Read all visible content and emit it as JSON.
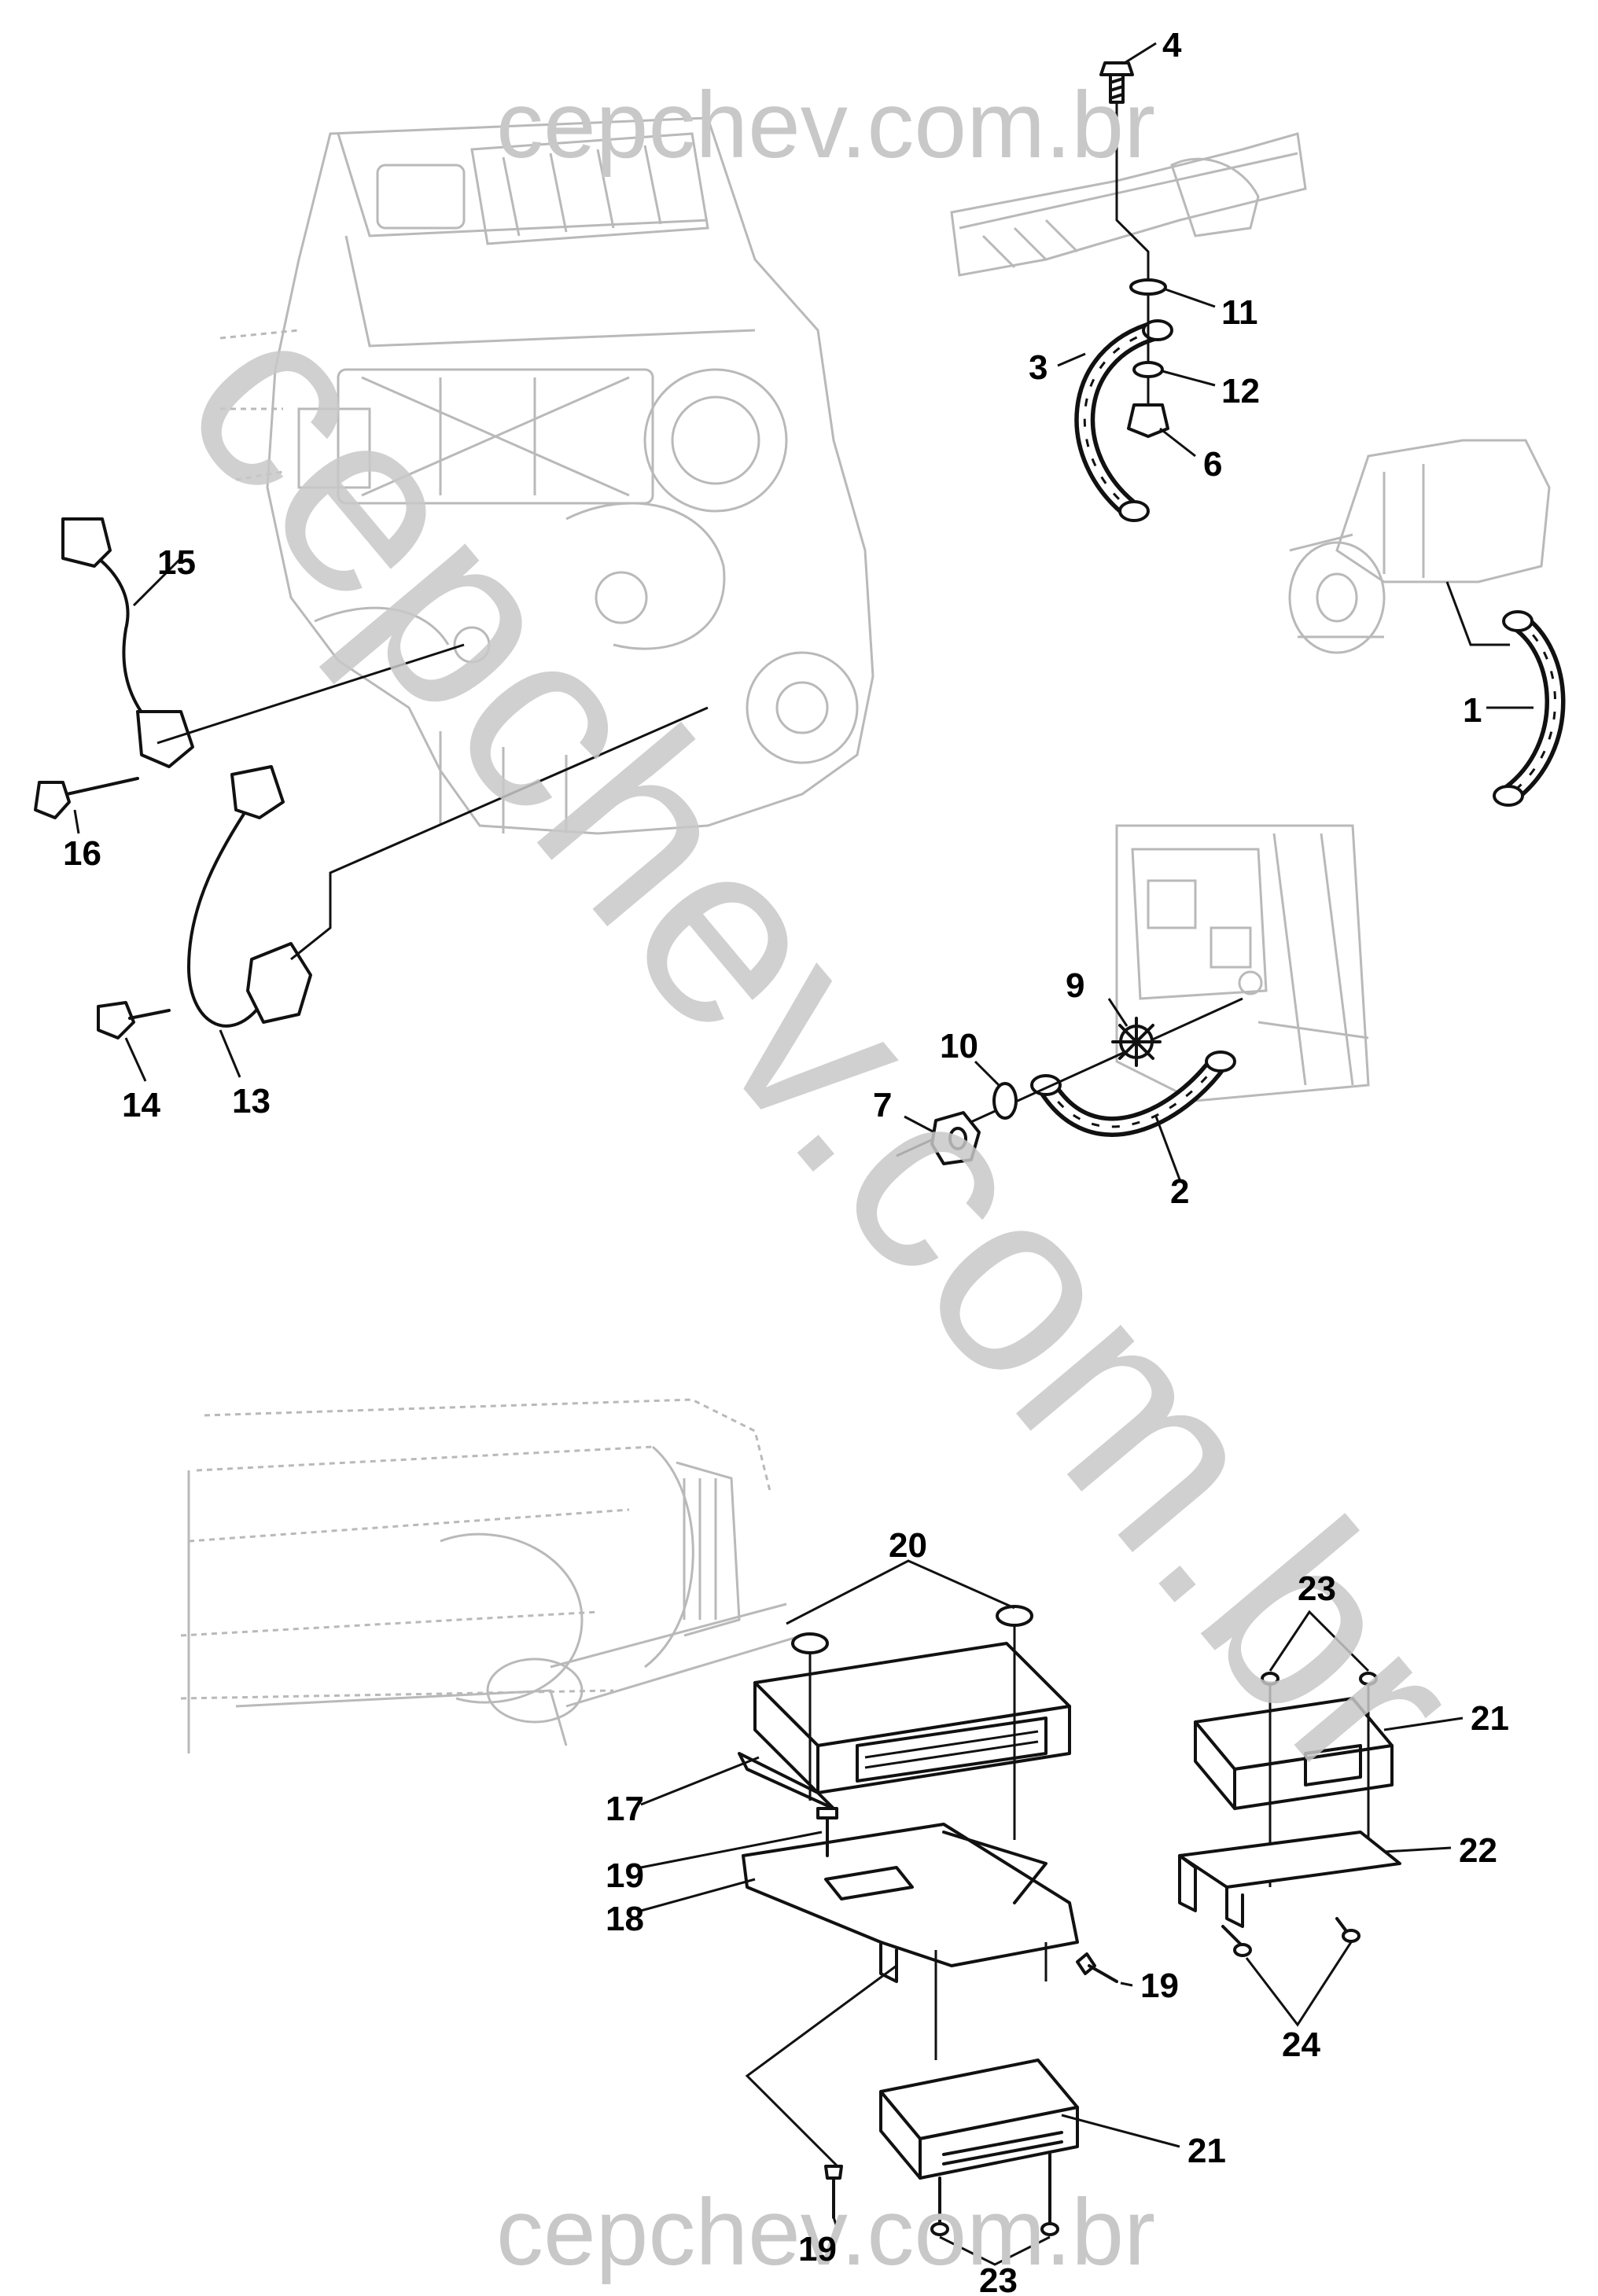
{
  "watermark": {
    "top": "cepchev.com.br",
    "bottom": "cepchev.com.br",
    "diagonal": "cepchev.com.br"
  },
  "callouts": {
    "c1": "1",
    "c2": "2",
    "c3": "3",
    "c4": "4",
    "c6": "6",
    "c7": "7",
    "c9": "9",
    "c10": "10",
    "c11": "11",
    "c12": "12",
    "c13": "13",
    "c14": "14",
    "c15": "15",
    "c16": "16",
    "c17": "17",
    "c18": "18",
    "c19a": "19",
    "c19b": "19",
    "c19c": "19",
    "c20": "20",
    "c21a": "21",
    "c21b": "21",
    "c22": "22",
    "c23a": "23",
    "c23b": "23",
    "c24": "24"
  }
}
